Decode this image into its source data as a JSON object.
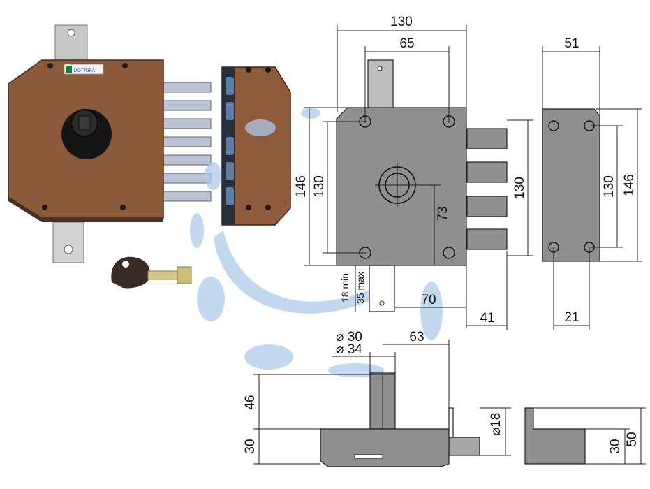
{
  "colors": {
    "lock_body": "#8a5a3a",
    "bolt_steel": "#9aa4b4",
    "drawing_fill": "#8f8f8f",
    "drawing_fill_light": "#a7a7a7",
    "watermark": "#aecbea"
  },
  "photo": {
    "badge_text": "MOTTURA"
  },
  "front_view": {
    "width_total": "130",
    "hole_spacing": "65",
    "height_total": "146",
    "height_inner": "130",
    "bolt_height": "130",
    "cylinder_offset": "73",
    "backset": "70",
    "bolt_throw": "41",
    "latch_min": "18 min",
    "latch_max": "35 max"
  },
  "side_view": {
    "width": "51",
    "height_inner": "130",
    "height_total": "146",
    "hole_spacing": "21"
  },
  "bottom_view": {
    "cyl_d1": "⌀ 30",
    "cyl_d2": "⌀ 34",
    "offset": "63",
    "cyl_height": "46",
    "body_height": "30",
    "bolt_diameter": "⌀18",
    "keeper_height": "30",
    "keeper_total": "50"
  }
}
